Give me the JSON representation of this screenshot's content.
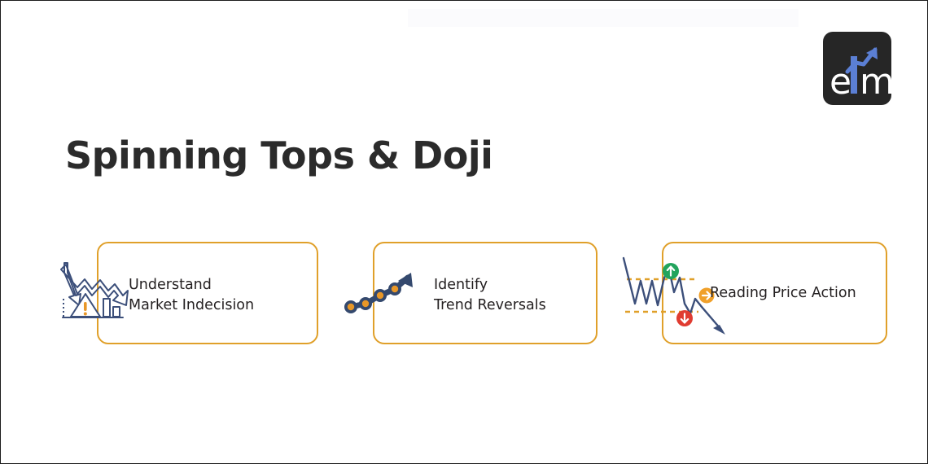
{
  "slide": {
    "title": "Spinning Tops & Doji",
    "background_color": "#ffffff",
    "accent_color": "#e0a02a",
    "navy_color": "#34496e",
    "text_color": "#231f20"
  },
  "logo": {
    "name": "elm-logo",
    "text_left": "e",
    "text_mid": "l",
    "text_right": "m",
    "background_color": "#262626",
    "letter_color": "#ffffff",
    "bar_color": "#5b7fd4",
    "arrow_color": "#5b7fd4"
  },
  "cards": [
    {
      "id": "understand-market-indecision",
      "label": "Understand\nMarket Indecision",
      "icon": "declining-trend-warning-icon",
      "border_color": "#e0a02a"
    },
    {
      "id": "identify-trend-reversals",
      "label": "Identify\nTrend Reversals",
      "icon": "rising-trend-dots-icon",
      "border_color": "#e0a02a"
    },
    {
      "id": "reading-price-action",
      "label": "Reading Price Action",
      "icon": "price-action-zigzag-icon",
      "border_color": "#e0a02a"
    }
  ],
  "icon_colors": {
    "navy": "#34496e",
    "orange": "#e89728",
    "green": "#22a45d",
    "red": "#e03c31",
    "dashed": "#e0a02a"
  }
}
